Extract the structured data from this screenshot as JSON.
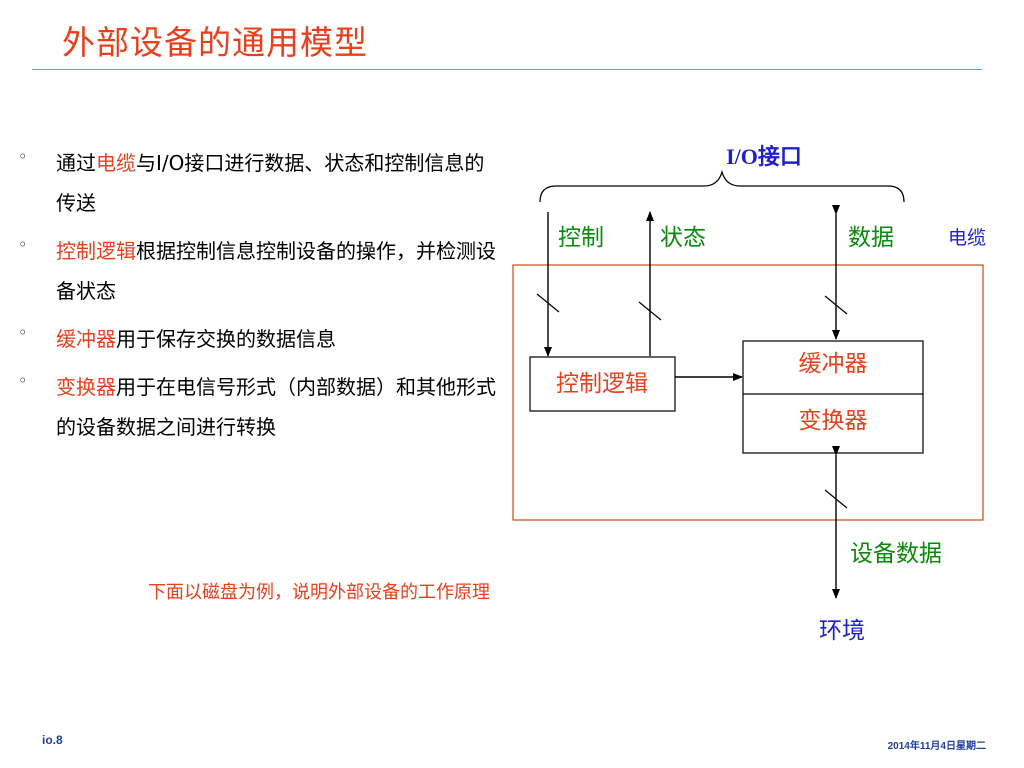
{
  "title": "外部设备的通用模型",
  "bullets": [
    {
      "mark": "◦",
      "parts": [
        "通过",
        "电缆",
        "与I/O接口进行数据、状态和控制信息的传送"
      ]
    },
    {
      "mark": "◦",
      "parts": [
        "",
        "控制逻辑",
        "根据控制信息控制设备的操作，并检测设备状态"
      ]
    },
    {
      "mark": "◦",
      "parts": [
        "",
        "缓冲器",
        "用于保存交换的数据信息"
      ]
    },
    {
      "mark": "◦",
      "parts": [
        "",
        "变换器",
        "用于在电信号形式（内部数据）和其他形式的设备数据之间进行转换"
      ]
    }
  ],
  "diagram": {
    "io_interface": "I/O接口",
    "control": "控制",
    "status": "状态",
    "data": "数据",
    "cable": "电缆",
    "control_logic": "控制逻辑",
    "buffer": "缓冲器",
    "converter": "变换器",
    "device_data": "设备数据",
    "environment": "环境",
    "colors": {
      "red": "#e8401c",
      "green": "#0a8a0a",
      "blue": "#1f1fd0",
      "box_border": "#c85a2a"
    }
  },
  "note": "下面以磁盘为例，说明外部设备的工作原理",
  "footer": {
    "left": "io.8",
    "right": "2014年11月4日星期二"
  }
}
